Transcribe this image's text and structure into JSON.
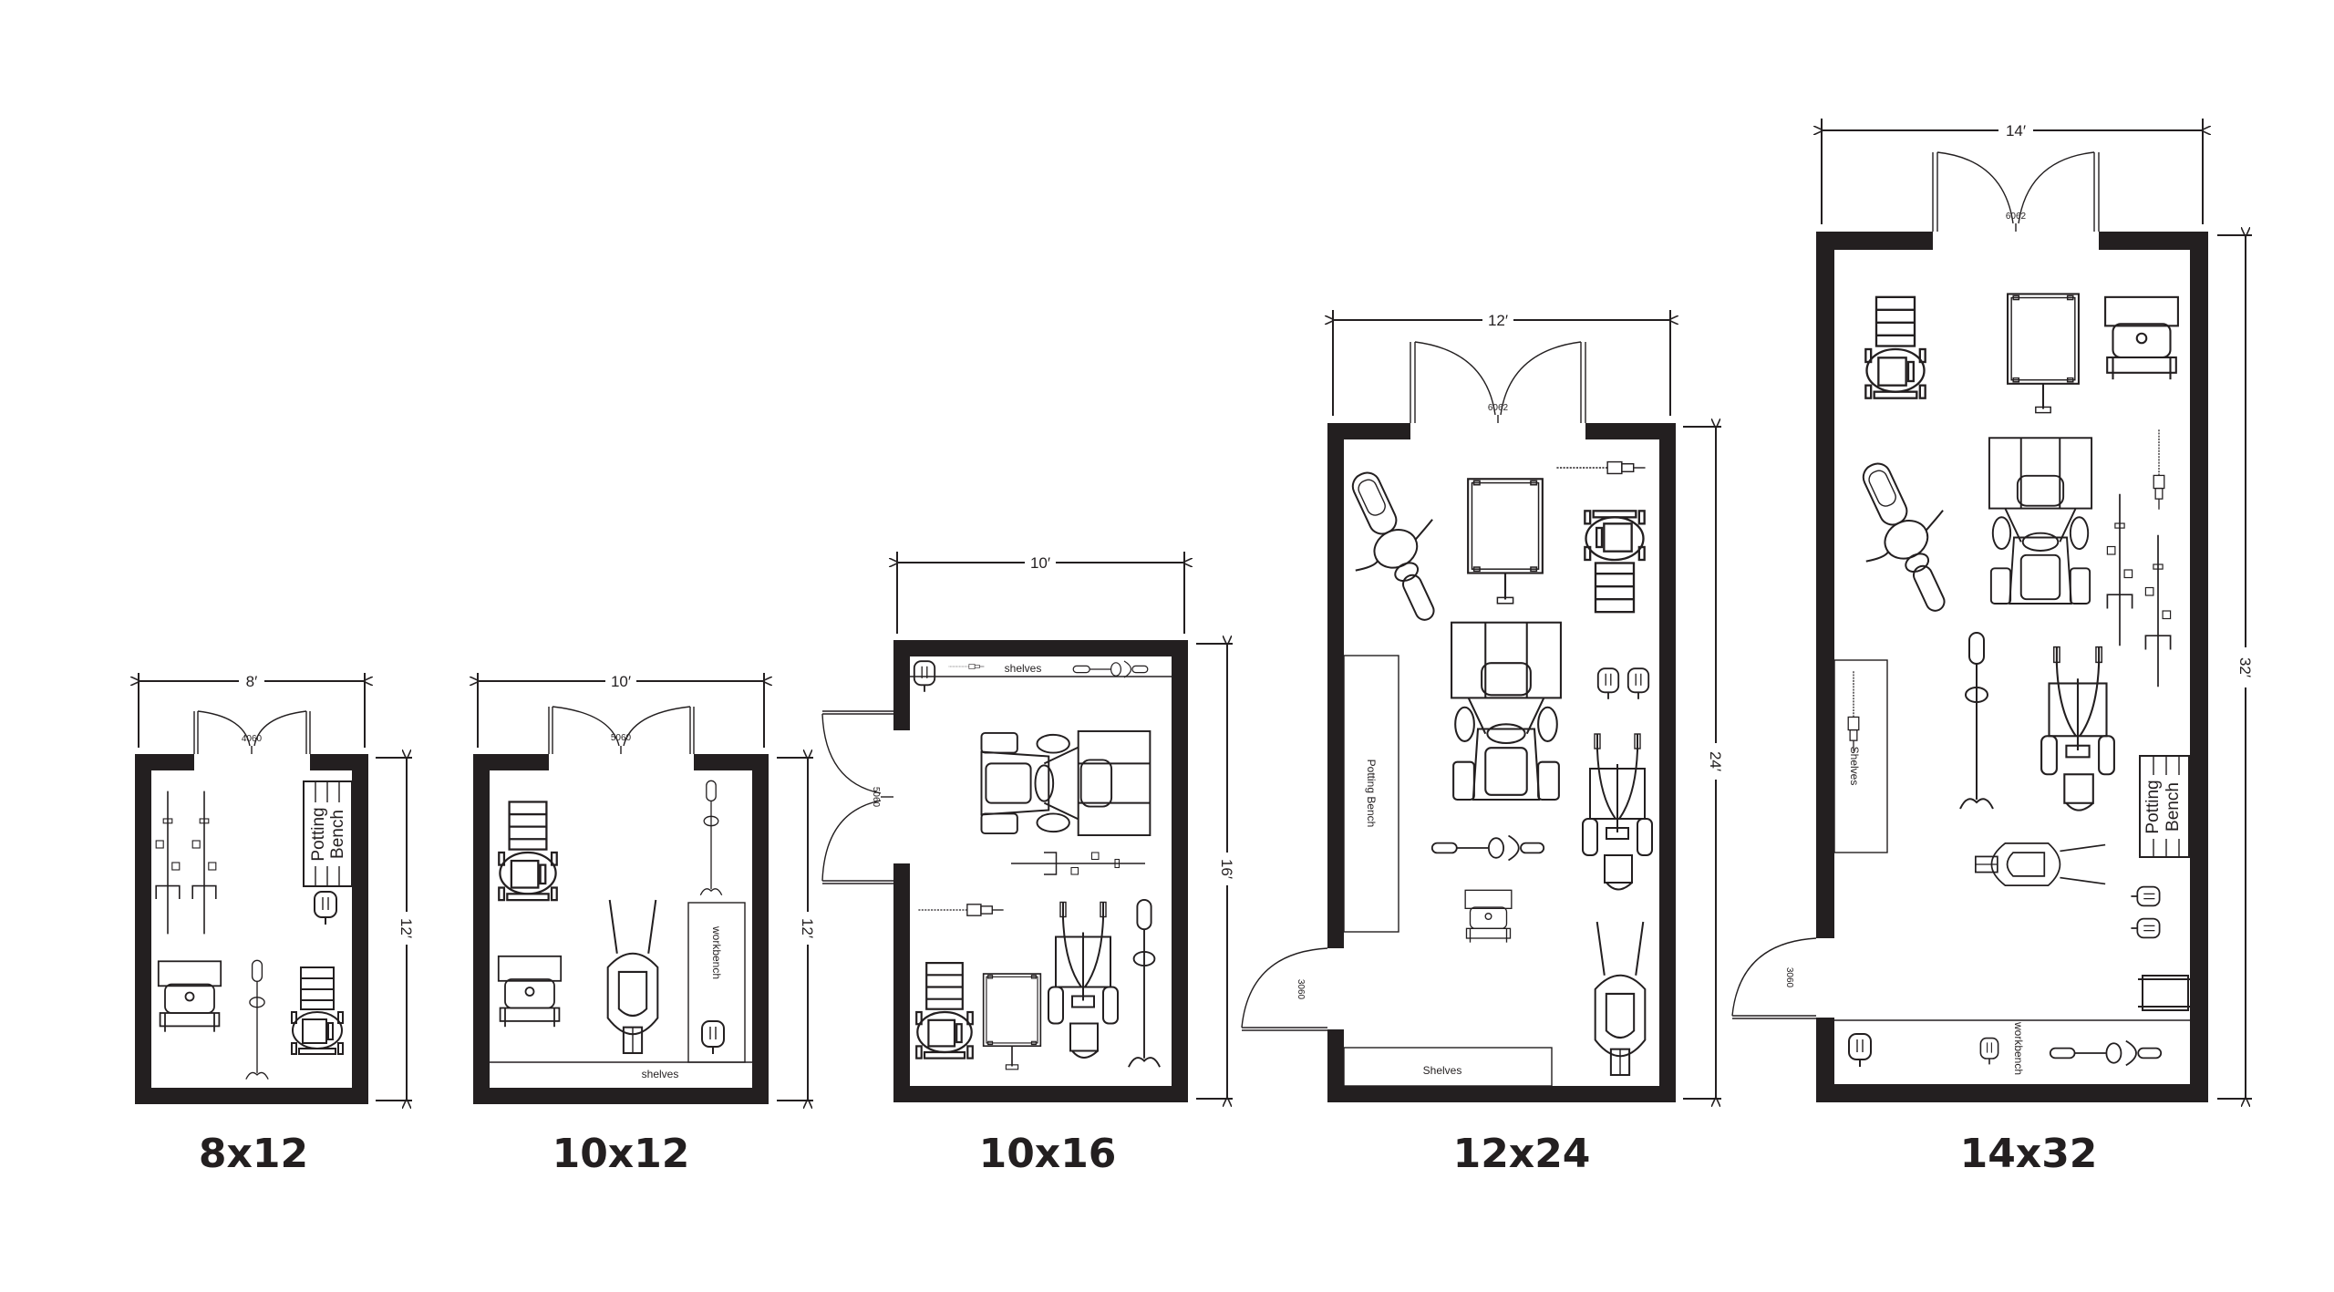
{
  "colors": {
    "ink": "#231f20",
    "background": "#ffffff"
  },
  "plans": [
    {
      "label": "8x12",
      "width_dim": "8′",
      "height_dim": "12′",
      "door_code": "4060",
      "potting_line1": "Potting",
      "potting_line2": "Bench"
    },
    {
      "label": "10x12",
      "width_dim": "10′",
      "height_dim": "12′",
      "door_code": "5060",
      "workbench": "workbench",
      "shelves": "shelves"
    },
    {
      "label": "10x16",
      "width_dim": "10′",
      "height_dim": "16′",
      "door_code": "5060",
      "shelves": "shelves"
    },
    {
      "label": "12x24",
      "width_dim": "12′",
      "height_dim": "24′",
      "door_code": "6062",
      "side_door_code": "3060",
      "potting_bench": "Potting Bench",
      "shelves": "Shelves"
    },
    {
      "label": "14x32",
      "width_dim": "14′",
      "height_dim": "32′",
      "door_code": "6062",
      "side_door_code": "3060",
      "shelves": "Shelves",
      "potting_line1": "Potting",
      "potting_line2": "Bench",
      "workbench": "workbench"
    }
  ]
}
